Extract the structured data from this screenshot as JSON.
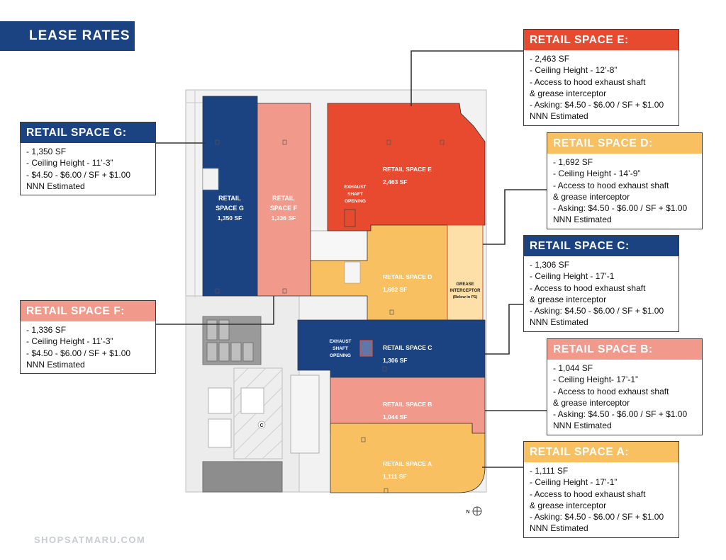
{
  "banner": {
    "title": "LEASE RATES"
  },
  "footer": {
    "website": "SHOPSATMARU.COM"
  },
  "colors": {
    "navy": "#1b4281",
    "salmon": "#f19a8c",
    "red_orange": "#e84a2f",
    "gold": "#f8c060",
    "light_gold": "#fde0a8",
    "pale_gray": "#efefef"
  },
  "plan_labels": {
    "space_g": {
      "line1": "RETAIL",
      "line2": "SPACE G",
      "line3": "1,350 SF"
    },
    "space_f": {
      "line1": "RETAIL",
      "line2": "SPACE F",
      "line3": "1,336 SF"
    },
    "space_e": {
      "name": "RETAIL SPACE E",
      "size": "2,463 SF"
    },
    "space_d": {
      "name": "RETAIL SPACE D",
      "size": "1,692 SF"
    },
    "space_c": {
      "name": "RETAIL SPACE C",
      "size": "1,306 SF"
    },
    "space_b": {
      "name": "RETAIL SPACE B",
      "size": "1,044 SF"
    },
    "space_a": {
      "name": "RETAIL SPACE A",
      "size": "1,111 SF"
    },
    "exhaust_e": {
      "line1": "EXHAUST",
      "line2": "SHAFT",
      "line3": "OPENING"
    },
    "exhaust_c": {
      "line1": "EXHAUST",
      "line2": "SHAFT",
      "line3": "OPENING"
    },
    "grease": {
      "line1": "GREASE",
      "line2": "INTERCEPTOR",
      "line3": "(Below in P1)"
    },
    "service_c": "C",
    "north": "N"
  },
  "spaces": {
    "E": {
      "title": "RETAIL SPACE E:",
      "lines": [
        "- 2,463 SF",
        "- Ceiling Height - 12’-8”",
        "- Access to hood exhaust shaft",
        "& grease interceptor",
        "- Asking: $4.50 - $6.00 / SF + $1.00",
        "NNN Estimated"
      ]
    },
    "D": {
      "title": "RETAIL SPACE D:",
      "lines": [
        "- 1,692 SF",
        "- Ceiling Height - 14’-9”",
        "- Access to hood exhaust shaft",
        "& grease interceptor",
        "- Asking: $4.50 - $6.00 / SF + $1.00",
        "NNN Estimated"
      ]
    },
    "C": {
      "title": "RETAIL SPACE C:",
      "lines": [
        "- 1,306 SF",
        "- Ceiling Height - 17’-1",
        "- Access to hood exhaust shaft",
        "& grease interceptor",
        "- Asking: $4.50 - $6.00 / SF + $1.00",
        "NNN Estimated"
      ]
    },
    "B": {
      "title": "RETAIL SPACE B:",
      "lines": [
        "- 1,044 SF",
        "- Ceiling Height- 17’-1”",
        "- Access to hood exhaust shaft",
        "& grease interceptor",
        "- Asking: $4.50 - $6.00 / SF + $1.00",
        "NNN Estimated"
      ]
    },
    "A": {
      "title": "RETAIL SPACE A:",
      "lines": [
        "- 1,111 SF",
        "- Ceiling Height - 17’-1”",
        "- Access to hood exhaust shaft",
        "& grease interceptor",
        "- Asking: $4.50 - $6.00 / SF + $1.00",
        "NNN Estimated"
      ]
    },
    "G": {
      "title": "RETAIL SPACE G:",
      "lines": [
        "- 1,350 SF",
        "- Ceiling Height - 11’-3”",
        "- $4.50 - $6.00 / SF + $1.00",
        "NNN Estimated"
      ]
    },
    "F": {
      "title": "RETAIL SPACE F:",
      "lines": [
        "- 1,336 SF",
        "- Ceiling Height - 11’-3”",
        "- $4.50 - $6.00 / SF + $1.00",
        "NNN Estimated"
      ]
    }
  }
}
